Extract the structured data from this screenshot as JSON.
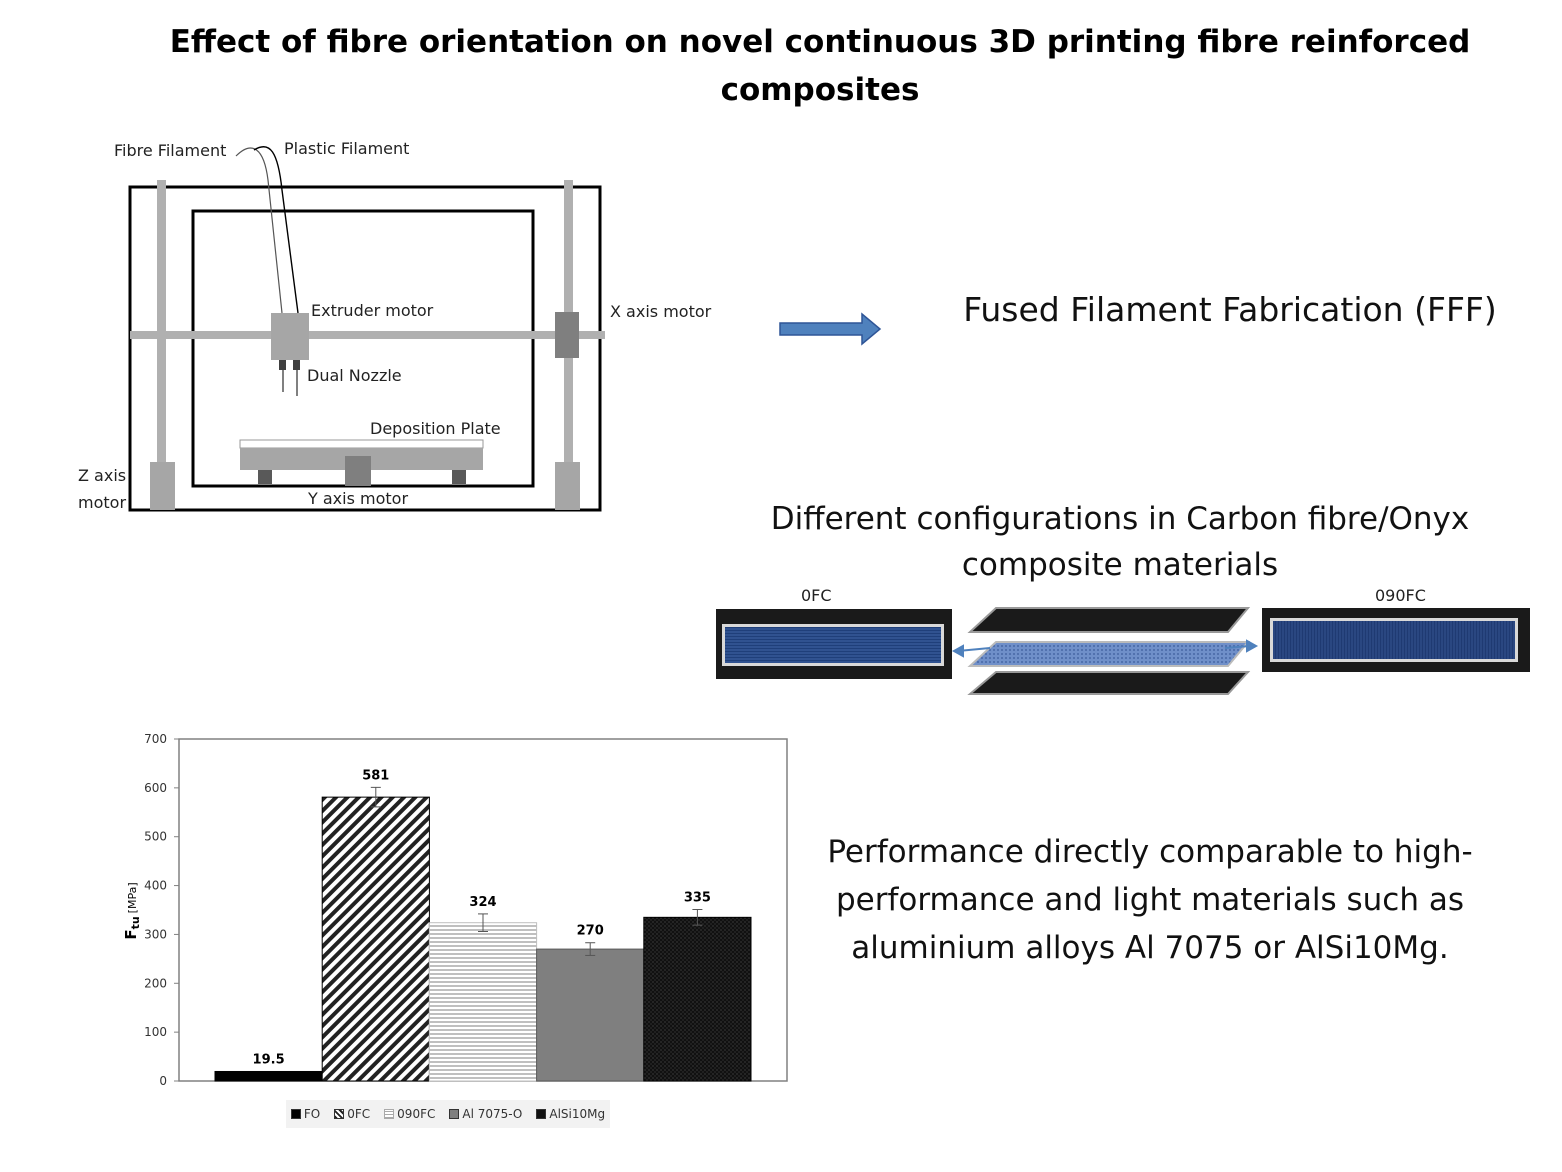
{
  "title_line1": "Effect of fibre orientation on novel continuous 3D printing fibre reinforced",
  "title_line2": "composites",
  "diagram": {
    "labels": {
      "fibre_filament": "Fibre Filament",
      "plastic_filament": "Plastic Filament",
      "extruder_motor": "Extruder motor",
      "x_axis_motor": "X axis motor",
      "dual_nozzle": "Dual Nozzle",
      "deposition_plate": "Deposition Plate",
      "z_axis": "Z axis",
      "motor": "motor",
      "y_axis_motor": "Y axis motor"
    }
  },
  "fff_text": "Fused Filament Fabrication (FFF)",
  "config_line1": "Different configurations in Carbon fibre/Onyx",
  "config_line2": "composite materials",
  "config_images": {
    "left_label": "0FC",
    "right_label": "090FC"
  },
  "perf_line1": "Performance directly comparable to high-",
  "perf_line2": "performance and light materials such as",
  "perf_line3": "aluminium alloys Al 7075 or AlSi10Mg.",
  "colors": {
    "arrow": "#4f81bd",
    "laminate_blue": "#1f3f7a"
  },
  "chart_data": {
    "type": "bar",
    "categories": [
      "FO",
      "0FC",
      "090FC",
      "Al 7075-O",
      "AlSi10Mg"
    ],
    "values": [
      19.5,
      581,
      324,
      270,
      335
    ],
    "value_labels": [
      "19.5",
      "581",
      "324",
      "270",
      "335"
    ],
    "errors": [
      0,
      20,
      18,
      13,
      16
    ],
    "ylabel_main": "F",
    "ylabel_sub": "tu",
    "ylabel_unit": "[MPa]",
    "ylim": [
      0,
      700
    ],
    "yticks": [
      0,
      100,
      200,
      300,
      400,
      500,
      600,
      700
    ],
    "legend": [
      "FO",
      "0FC",
      "090FC",
      "Al 7075-O",
      "AlSi10Mg"
    ],
    "legend_placement": "bottom",
    "grid": false
  }
}
